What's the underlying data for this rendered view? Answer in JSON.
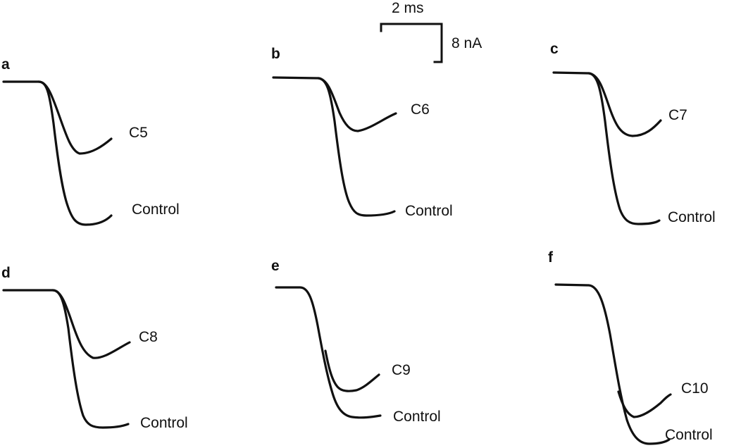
{
  "scale_bar": {
    "time_label": "2 ms",
    "current_label": "8 nA"
  },
  "panels": [
    {
      "letter": "a",
      "compound_label": "C5",
      "control_label": "Control"
    },
    {
      "letter": "b",
      "compound_label": "C6",
      "control_label": "Control"
    },
    {
      "letter": "c",
      "compound_label": "C7",
      "control_label": "Control"
    },
    {
      "letter": "d",
      "compound_label": "C8",
      "control_label": "Control"
    },
    {
      "letter": "e",
      "compound_label": "C9",
      "control_label": "Control"
    },
    {
      "letter": "f",
      "compound_label": "C10",
      "control_label": "Control"
    }
  ]
}
